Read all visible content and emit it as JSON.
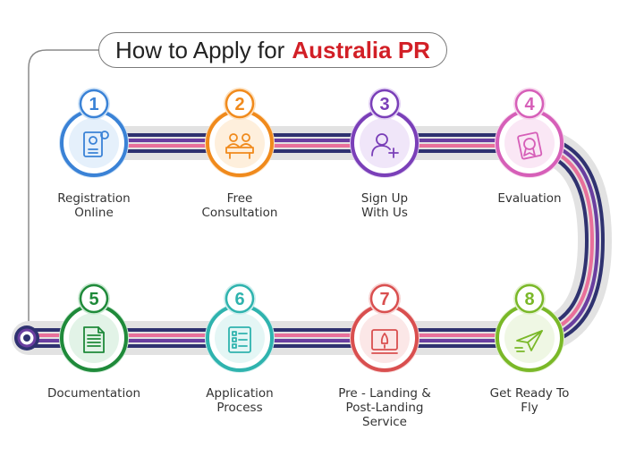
{
  "title": {
    "lead": "How to Apply for",
    "accent": "Australia PR"
  },
  "colors": {
    "accent": "#d21f26",
    "track": "#e2e2e2",
    "navy": "#2f3270",
    "pink": "#e9709a",
    "purple": "#6a3ea0"
  },
  "steps": [
    {
      "number": "1",
      "label": "Registration\nOnline",
      "color": "#3a82d6",
      "light": "#cfe3f7",
      "icon": "registration-form-icon"
    },
    {
      "number": "2",
      "label": "Free\nConsultation",
      "color": "#f08a1c",
      "light": "#fde1bf",
      "icon": "consultation-meeting-icon"
    },
    {
      "number": "3",
      "label": "Sign Up\nWith Us",
      "color": "#7a3fb8",
      "light": "#e3d2f4",
      "icon": "user-add-icon"
    },
    {
      "number": "4",
      "label": "Evaluation",
      "color": "#d65fb8",
      "light": "#f6d4ec",
      "icon": "evaluation-badge-icon"
    },
    {
      "number": "5",
      "label": "Documentation",
      "color": "#1f8a3a",
      "light": "#cbead3",
      "icon": "document-icon"
    },
    {
      "number": "6",
      "label": "Application\nProcess",
      "color": "#2fb3ae",
      "light": "#cdeeed",
      "icon": "application-form-icon"
    },
    {
      "number": "7",
      "label": "Pre - Landing &\nPost-Landing\nService",
      "color": "#d94f4f",
      "light": "#f7d3d3",
      "icon": "rocket-launch-icon"
    },
    {
      "number": "8",
      "label": "Get Ready To\nFly",
      "color": "#7ab828",
      "light": "#e2f1cd",
      "icon": "paper-plane-icon"
    }
  ]
}
